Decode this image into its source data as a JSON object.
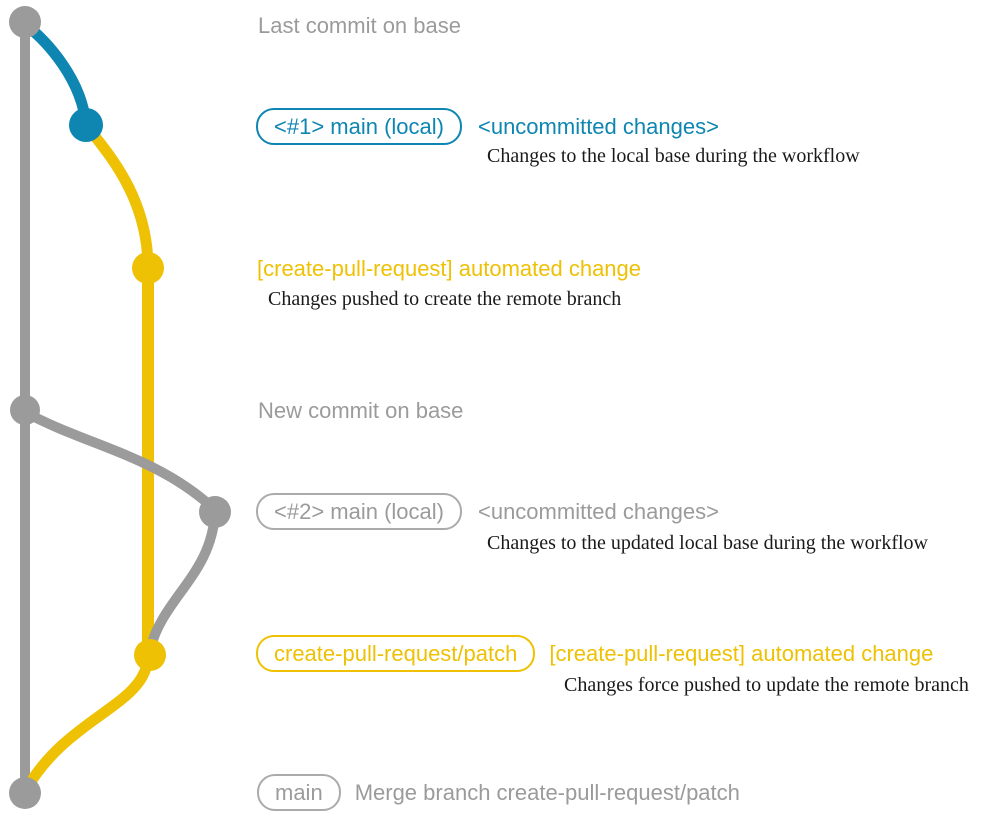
{
  "colors": {
    "base": "#9b9b9b",
    "baseBorder": "#ababab",
    "teal": "#0e86b1",
    "yellow": "#eec104",
    "ink": "#1a1a1a"
  },
  "milestones": {
    "last_commit_on_base": "Last commit on base",
    "new_commit_on_base": "New commit on base"
  },
  "rows": {
    "local1": {
      "branch": "<#1> main (local)",
      "status": "<uncommitted changes>",
      "note": "Changes to the local base during the workflow"
    },
    "push1": {
      "commit": "[create-pull-request] automated change",
      "note": "Changes pushed to create the remote branch"
    },
    "local2": {
      "branch": "<#2> main (local)",
      "status": "<uncommitted changes>",
      "note": "Changes to the updated local base during the workflow"
    },
    "push2": {
      "branch": "create-pull-request/patch",
      "commit": "[create-pull-request] automated change",
      "note": "Changes force pushed to update the remote branch"
    },
    "merge": {
      "branch": "main",
      "message": "Merge branch create-pull-request/patch"
    }
  },
  "graph": {
    "branches": [
      "base",
      "main (local)",
      "create-pull-request/patch"
    ],
    "commit_dots": [
      {
        "name": "last-commit-on-base",
        "color": "base"
      },
      {
        "name": "local-main-commit-1",
        "color": "teal"
      },
      {
        "name": "automated-change-commit-1",
        "color": "yellow"
      },
      {
        "name": "new-commit-on-base",
        "color": "base"
      },
      {
        "name": "local-main-commit-2",
        "color": "base"
      },
      {
        "name": "automated-change-commit-2",
        "color": "yellow"
      },
      {
        "name": "merge-commit",
        "color": "base"
      }
    ]
  }
}
